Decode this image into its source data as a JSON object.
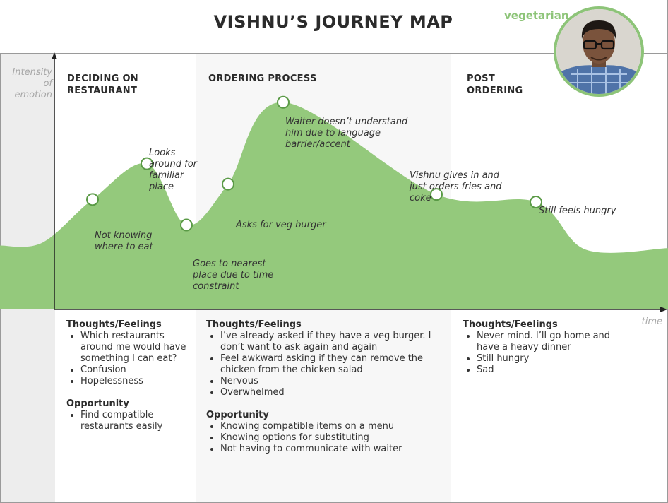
{
  "header": {
    "title": "VISHNU’S JOURNEY MAP",
    "tag": "vegetarian"
  },
  "axes": {
    "y_label": [
      "Intensity",
      "of",
      "emotion"
    ],
    "x_label": "time"
  },
  "stages": [
    {
      "title": [
        "DECIDING ON",
        "RESTAURANT"
      ]
    },
    {
      "title": [
        "ORDERING PROCESS"
      ]
    },
    {
      "title": [
        "POST",
        "ORDERING"
      ]
    }
  ],
  "moments": [
    {
      "text": [
        "Not knowing",
        "where to eat"
      ]
    },
    {
      "text": [
        "Looks",
        "around for",
        "familiar",
        "place"
      ]
    },
    {
      "text": [
        "Goes to nearest",
        "place due to time",
        "constraint"
      ]
    },
    {
      "text": [
        "Asks for veg burger"
      ]
    },
    {
      "text": [
        "Waiter doesn’t understand",
        "him due to language",
        "barrier/accent"
      ]
    },
    {
      "text": [
        "Vishnu gives in and",
        "just orders fries and",
        "coke"
      ]
    },
    {
      "text": [
        "Still feels hungry"
      ]
    }
  ],
  "sections": [
    {
      "thoughts_title": "Thoughts/Feelings",
      "thoughts": [
        "Which restaurants around me would have something I can eat?",
        "Confusion",
        "Hopelessness"
      ],
      "opportunity_title": "Opportunity",
      "opportunities": [
        "Find compatible restaurants easily"
      ]
    },
    {
      "thoughts_title": "Thoughts/Feelings",
      "thoughts": [
        "I’ve already asked if they have a veg burger. I don’t want to ask again and again",
        "Feel awkward asking if they can remove the chicken from the chicken salad",
        "Nervous",
        "Overwhelmed"
      ],
      "opportunity_title": "Opportunity",
      "opportunities": [
        "Knowing compatible items on a menu",
        "Knowing options for substituting",
        "Not having to communicate with waiter"
      ]
    },
    {
      "thoughts_title": "Thoughts/Feelings",
      "thoughts": [
        "Never mind. I’ll go home and have a heavy dinner",
        "Still hungry",
        "Sad"
      ]
    }
  ],
  "colors": {
    "curve_fill": "#94c97c",
    "accent": "#8dc478",
    "axis": "#222222",
    "grey_column": "#ededed",
    "mid_column": "#f7f7f7"
  },
  "chart_data": {
    "type": "area",
    "x": [
      1,
      2,
      3,
      4,
      5,
      6,
      7
    ],
    "values": [
      4.3,
      5.7,
      3.3,
      4.9,
      8.1,
      4.5,
      4.2
    ],
    "ylim": [
      0,
      10
    ],
    "grid": false,
    "xlabel": "time",
    "ylabel": "Intensity of emotion"
  }
}
